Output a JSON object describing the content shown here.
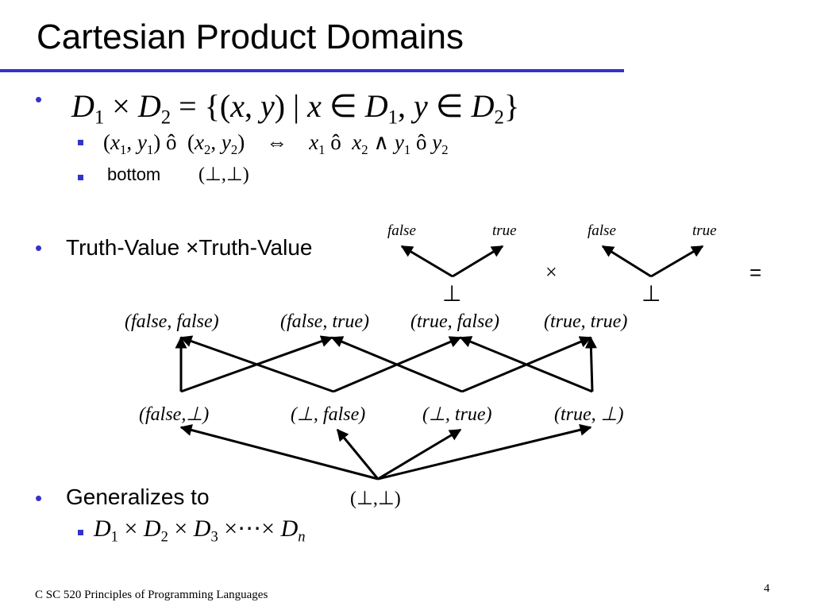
{
  "slide": {
    "title": "Cartesian Product Domains",
    "footer": "C SC 520 Principles of Programming Languages",
    "page_number": "4"
  },
  "formula_main": {
    "D": "D",
    "one": "1",
    "two": "2",
    "times": "×",
    "eq": "=",
    "set_open": "{(",
    "x": "x",
    "comma": ",",
    "y": "y",
    "pair_close": ")",
    "bar": "|",
    "in": "∈"
  },
  "order": {
    "lp": "(",
    "x": "x",
    "y": "y",
    "one": "1",
    "two": "2",
    "comma": ",",
    "rp": ")",
    "leq": "ô",
    "iff": "⇔",
    "and": "∧"
  },
  "bottom_item": {
    "label": "bottom",
    "value": "(⊥,⊥)"
  },
  "truth_value": {
    "label": "Truth-Value ×Truth-Value",
    "false": "false",
    "true": "true",
    "bottom": "⊥",
    "times": "×",
    "equals": "="
  },
  "lattice": {
    "top": [
      "(false, false)",
      "(false, true)",
      "(true, false)",
      "(true, true)"
    ],
    "middle": [
      "(false,⊥)",
      "(⊥, false)",
      "(⊥, true)",
      "(true, ⊥)"
    ],
    "bottom": "(⊥,⊥)"
  },
  "generalize": {
    "label": "Generalizes to",
    "D": "D",
    "sub1": "1",
    "sub2": "2",
    "sub3": "3",
    "subn": "n",
    "times": "×",
    "dots": "⋯"
  }
}
